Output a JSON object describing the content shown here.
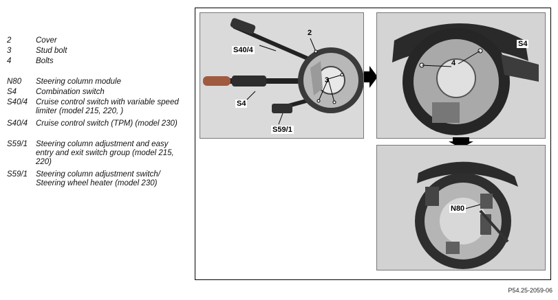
{
  "legend": [
    {
      "num": "2",
      "desc": "Cover"
    },
    {
      "num": "3",
      "desc": "Stud bolt"
    },
    {
      "num": "4",
      "desc": "Bolts"
    },
    {
      "num": "N80",
      "desc": "Steering column module"
    },
    {
      "num": "S4",
      "desc": "Combination switch"
    },
    {
      "num": "S40/4",
      "desc": "Cruise control switch with variable speed limiter (model 215, 220, )"
    },
    {
      "num": "S40/4",
      "desc": "Cruise control switch (TPM) (model 230)"
    },
    {
      "num": "S59/1",
      "desc": "Steering column adjustment and easy entry and exit switch group (model 215, 220)"
    },
    {
      "num": "S59/1",
      "desc": "Steering column adjustment switch/ Steering wheel heater (model 230)"
    }
  ],
  "callouts": {
    "p1_cover": "2",
    "p1_s404": "S40/4",
    "p1_stud": "3",
    "p1_s4": "S4",
    "p1_s591": "S59/1",
    "p2_bolts": "4",
    "p2_s4": "S4",
    "p3_n80": "N80"
  },
  "footer_ref": "P54.25-2059-06",
  "colors": {
    "frame": "#000000",
    "photo_bg": "#d8d8d8",
    "arrow": "#000000"
  }
}
